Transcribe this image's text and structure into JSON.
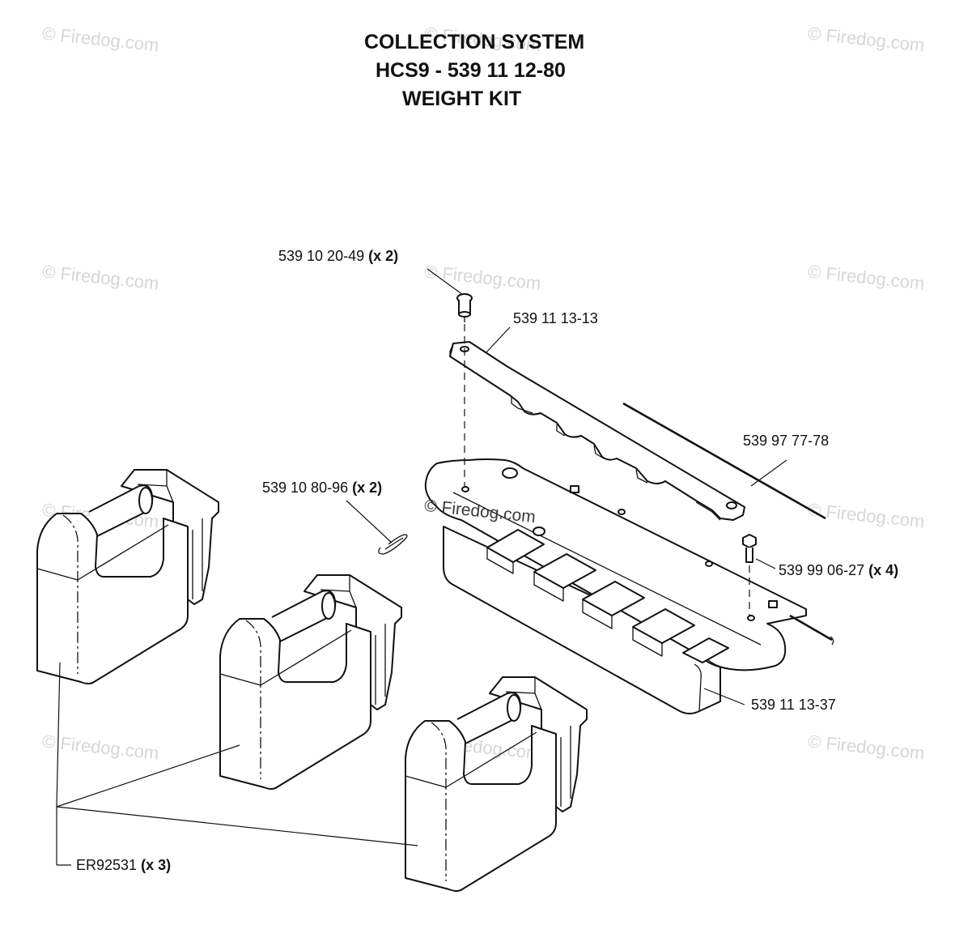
{
  "title": {
    "line1": "COLLECTION SYSTEM",
    "line2": "HCS9 - 539 11 12-80",
    "line3": "WEIGHT KIT"
  },
  "watermark": "© Firedog.com",
  "callouts": {
    "pin": {
      "part": "539 10 20-49",
      "qty": "(x 2)"
    },
    "bracket": {
      "part": "539 11 13-13"
    },
    "rod": {
      "part": "539 97 77-78"
    },
    "clip": {
      "part": "539 10 80-96",
      "qty": "(x 2)"
    },
    "bolt": {
      "part": "539 99 06-27",
      "qty": "(x 4)"
    },
    "tray": {
      "part": "539 11 13-37"
    },
    "weight": {
      "part": "ER92531",
      "qty": "(x 3)"
    }
  }
}
